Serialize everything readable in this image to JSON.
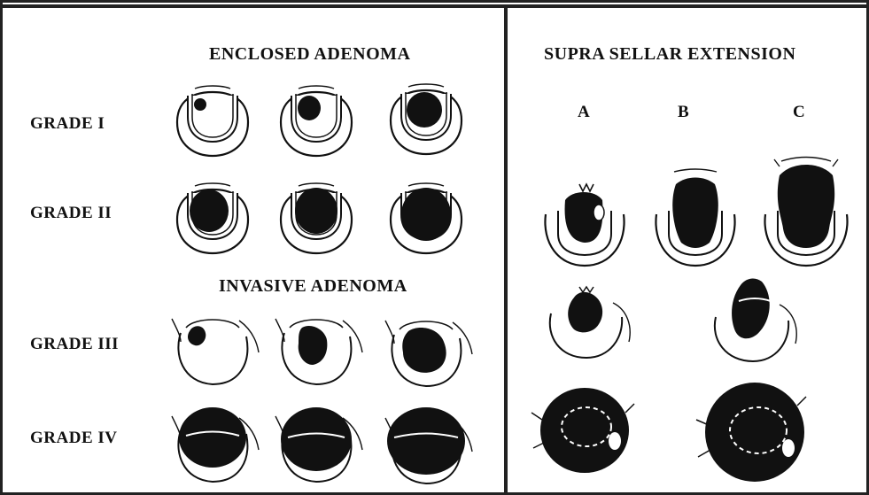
{
  "left_panel": {
    "heading_enclosed": "ENCLOSED ADENOMA",
    "heading_invasive": "INVASIVE ADENOMA",
    "grades": [
      "GRADE I",
      "GRADE II",
      "GRADE III",
      "GRADE IV"
    ]
  },
  "right_panel": {
    "heading": "SUPRA SELLAR EXTENSION",
    "columns": [
      "A",
      "B",
      "C"
    ]
  },
  "colors": {
    "ink": "#111111",
    "frame": "#222222",
    "paper": "#ffffff"
  }
}
